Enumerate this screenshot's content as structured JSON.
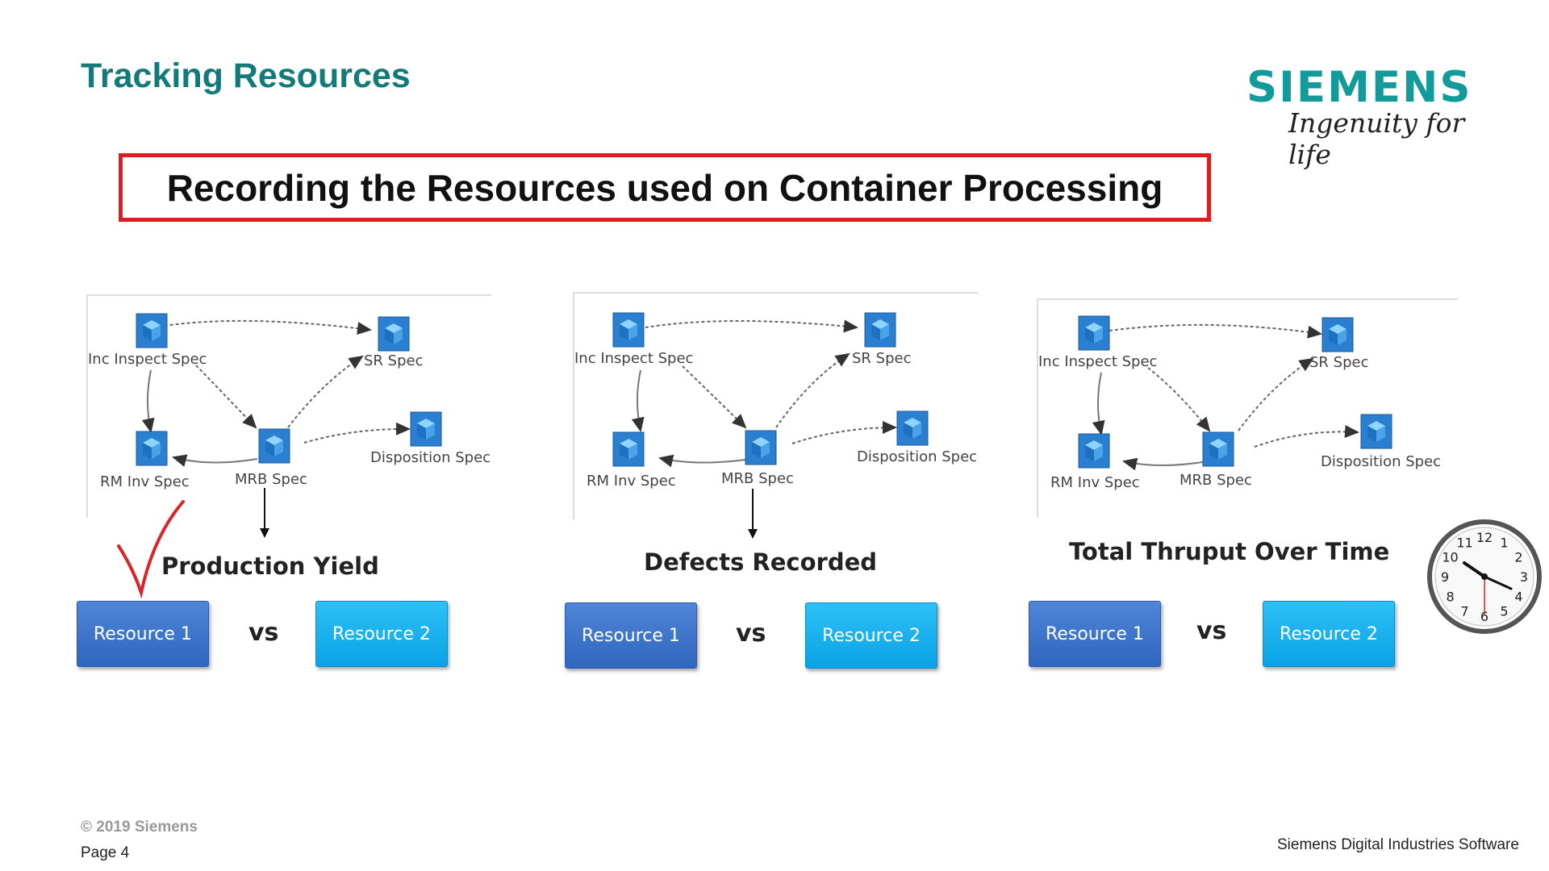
{
  "slide": {
    "title": "Tracking Resources",
    "heading": "Recording the Resources used on Container Processing"
  },
  "logo": {
    "brand": "SIEMENS",
    "tagline": "Ingenuity for life"
  },
  "diagram_nodes": {
    "inc_inspect": "Inc Inspect Spec",
    "sr": "SR Spec",
    "rm_inv": "RM Inv Spec",
    "mrb": "MRB Spec",
    "disposition": "Disposition Spec"
  },
  "panels": [
    {
      "metric": "Production Yield",
      "resource1": "Resource 1",
      "vs": "vs",
      "resource2": "Resource 2"
    },
    {
      "metric": "Defects Recorded",
      "resource1": "Resource 1",
      "vs": "vs",
      "resource2": "Resource 2"
    },
    {
      "metric": "Total Thruput Over Time",
      "resource1": "Resource 1",
      "vs": "vs",
      "resource2": "Resource 2"
    }
  ],
  "clock": {
    "numbers": [
      "12",
      "1",
      "2",
      "3",
      "4",
      "5",
      "6",
      "7",
      "8",
      "9",
      "10",
      "11"
    ]
  },
  "footer": {
    "copyright": "© 2019 Siemens",
    "page": "Page 4",
    "company": "Siemens Digital Industries Software"
  },
  "colors": {
    "title": "#137a7a",
    "brand": "#139a9b",
    "heading_border": "#e21b23",
    "resource1": "#3a72c8",
    "resource2": "#19b2ef",
    "checkmark": "#d9252a"
  }
}
